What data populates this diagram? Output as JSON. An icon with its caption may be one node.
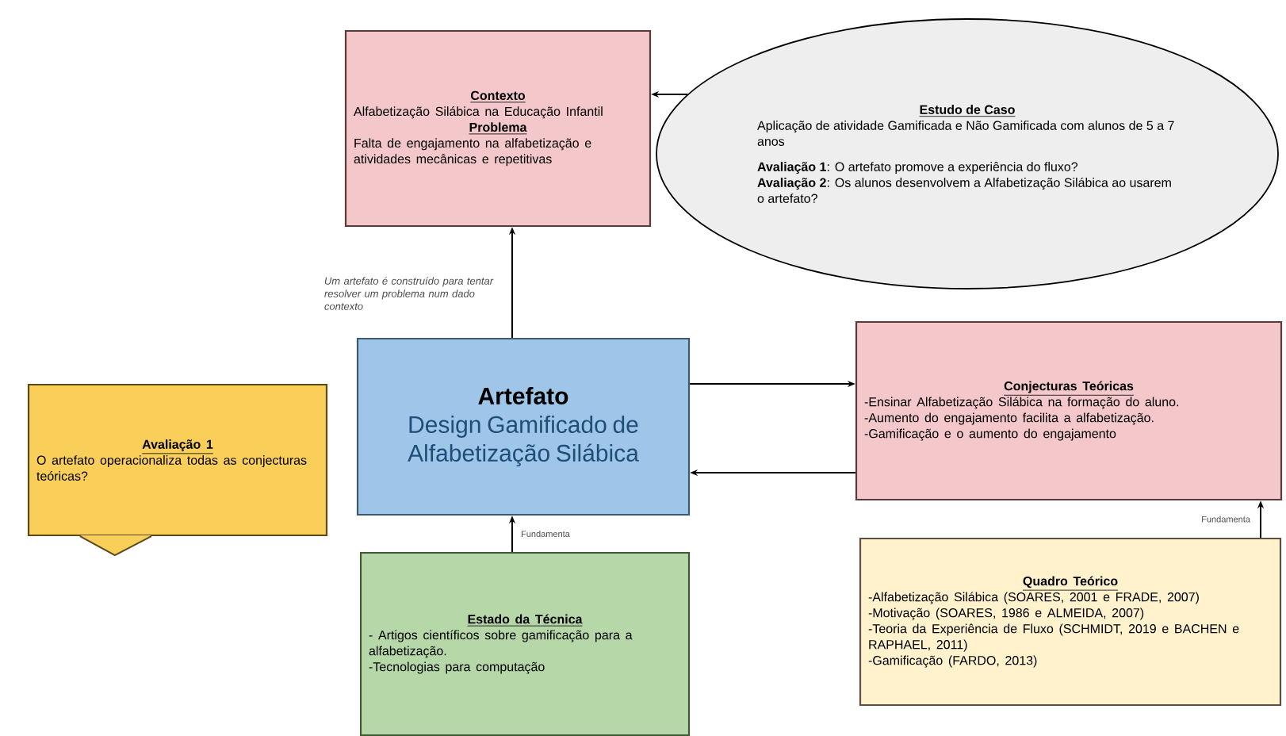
{
  "diagram": {
    "nodes": [
      {
        "text": [
          "Contexto",
          "Alfabetização Silábica na Educação Infantil",
          "Problema",
          "Falta de engajamento na alfabetização e atividades mecânicas e repetitivas"
        ]
      },
      {
        "text": [
          "Estudo de Caso",
          "Aplicação de atividade Gamificada e Não Gamificada com alunos de 5 a 7 anos",
          "**Avaliação 1**: O artefato promove a experiência do fluxo?",
          "**Avaliação 2**: Os alunos desenvolvem a Alfabetização Silábica ao usarem o artefato?"
        ]
      },
      {
        "text": [
          "Avaliação 1",
          "O artefato operacionaliza todas as conjecturas teóricas?"
        ]
      },
      {
        "text": [
          "Artefato",
          "Design Gamificado de Alfabetização Silábica"
        ]
      },
      {
        "text": [
          "Conjecturas Teóricas",
          "-Ensinar Alfabetização Silábica na formação do aluno.",
          "-Aumento do engajamento facilita a alfabetização.",
          "-Gamificação e o aumento do engajamento"
        ]
      },
      {
        "text": [
          "Estado da Técnica",
          "- Artigos científicos sobre gamificação para a alfabetização.",
          "-Tecnologias para computação"
        ]
      },
      {
        "text": [
          "Quadro Teórico",
          "-Alfabetização Silábica (SOARES, 2001 e FRADE, 2007)",
          "-Motivação (SOARES, 1986 e ALMEIDA, 2007)",
          "-Teoria da Experiência de Fluxo (SCHMIDT, 2019 e BACHEN e RAPHAEL, 2011)",
          "-Gamificação (FARDO, 2013)"
        ]
      }
    ],
    "edges": [
      {
        "from": 1,
        "to": 0,
        "arrow": "to"
      },
      {
        "from": 3,
        "to": 0,
        "arrow": "to",
        "label": "Um artefato é construído para tentar resolver um problema num dado contexto"
      },
      {
        "from": 3,
        "to": 4,
        "arrow": "to"
      },
      {
        "from": 4,
        "to": 3,
        "arrow": "to"
      },
      {
        "from": 5,
        "to": 3,
        "arrow": "to",
        "label": "Fundamenta"
      },
      {
        "from": 6,
        "to": 4,
        "arrow": "to",
        "label": "Fundamenta"
      }
    ]
  }
}
